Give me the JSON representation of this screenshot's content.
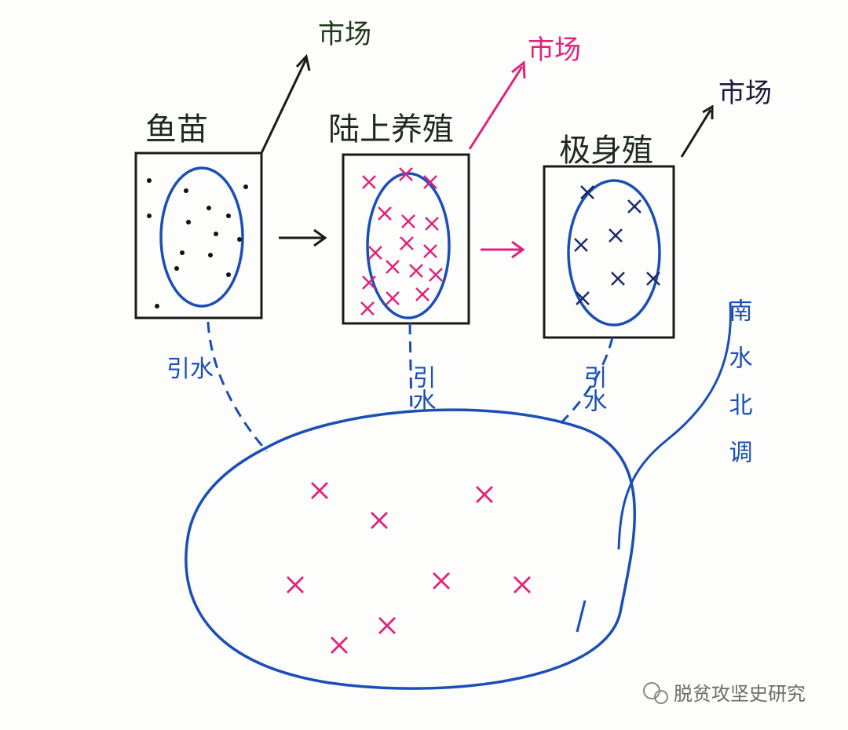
{
  "stages": [
    {
      "label": "鱼苗",
      "market": "市场",
      "marker": "dot"
    },
    {
      "label": "陆上养殖",
      "market": "市场",
      "marker": "cross"
    },
    {
      "label": "极身殖",
      "market": "市场",
      "marker": "cross"
    }
  ],
  "intake_labels": [
    "引水",
    "引水",
    "引水"
  ],
  "reservoir_marker": "cross",
  "diversion_label": "南水北调",
  "watermark": "脱贫攻坚史研究",
  "colors": {
    "ink_black": "#1a1a1a",
    "ink_blue": "#1b4fb5",
    "ink_pink": "#e0237a",
    "ink_green": "#1d3a1d"
  }
}
